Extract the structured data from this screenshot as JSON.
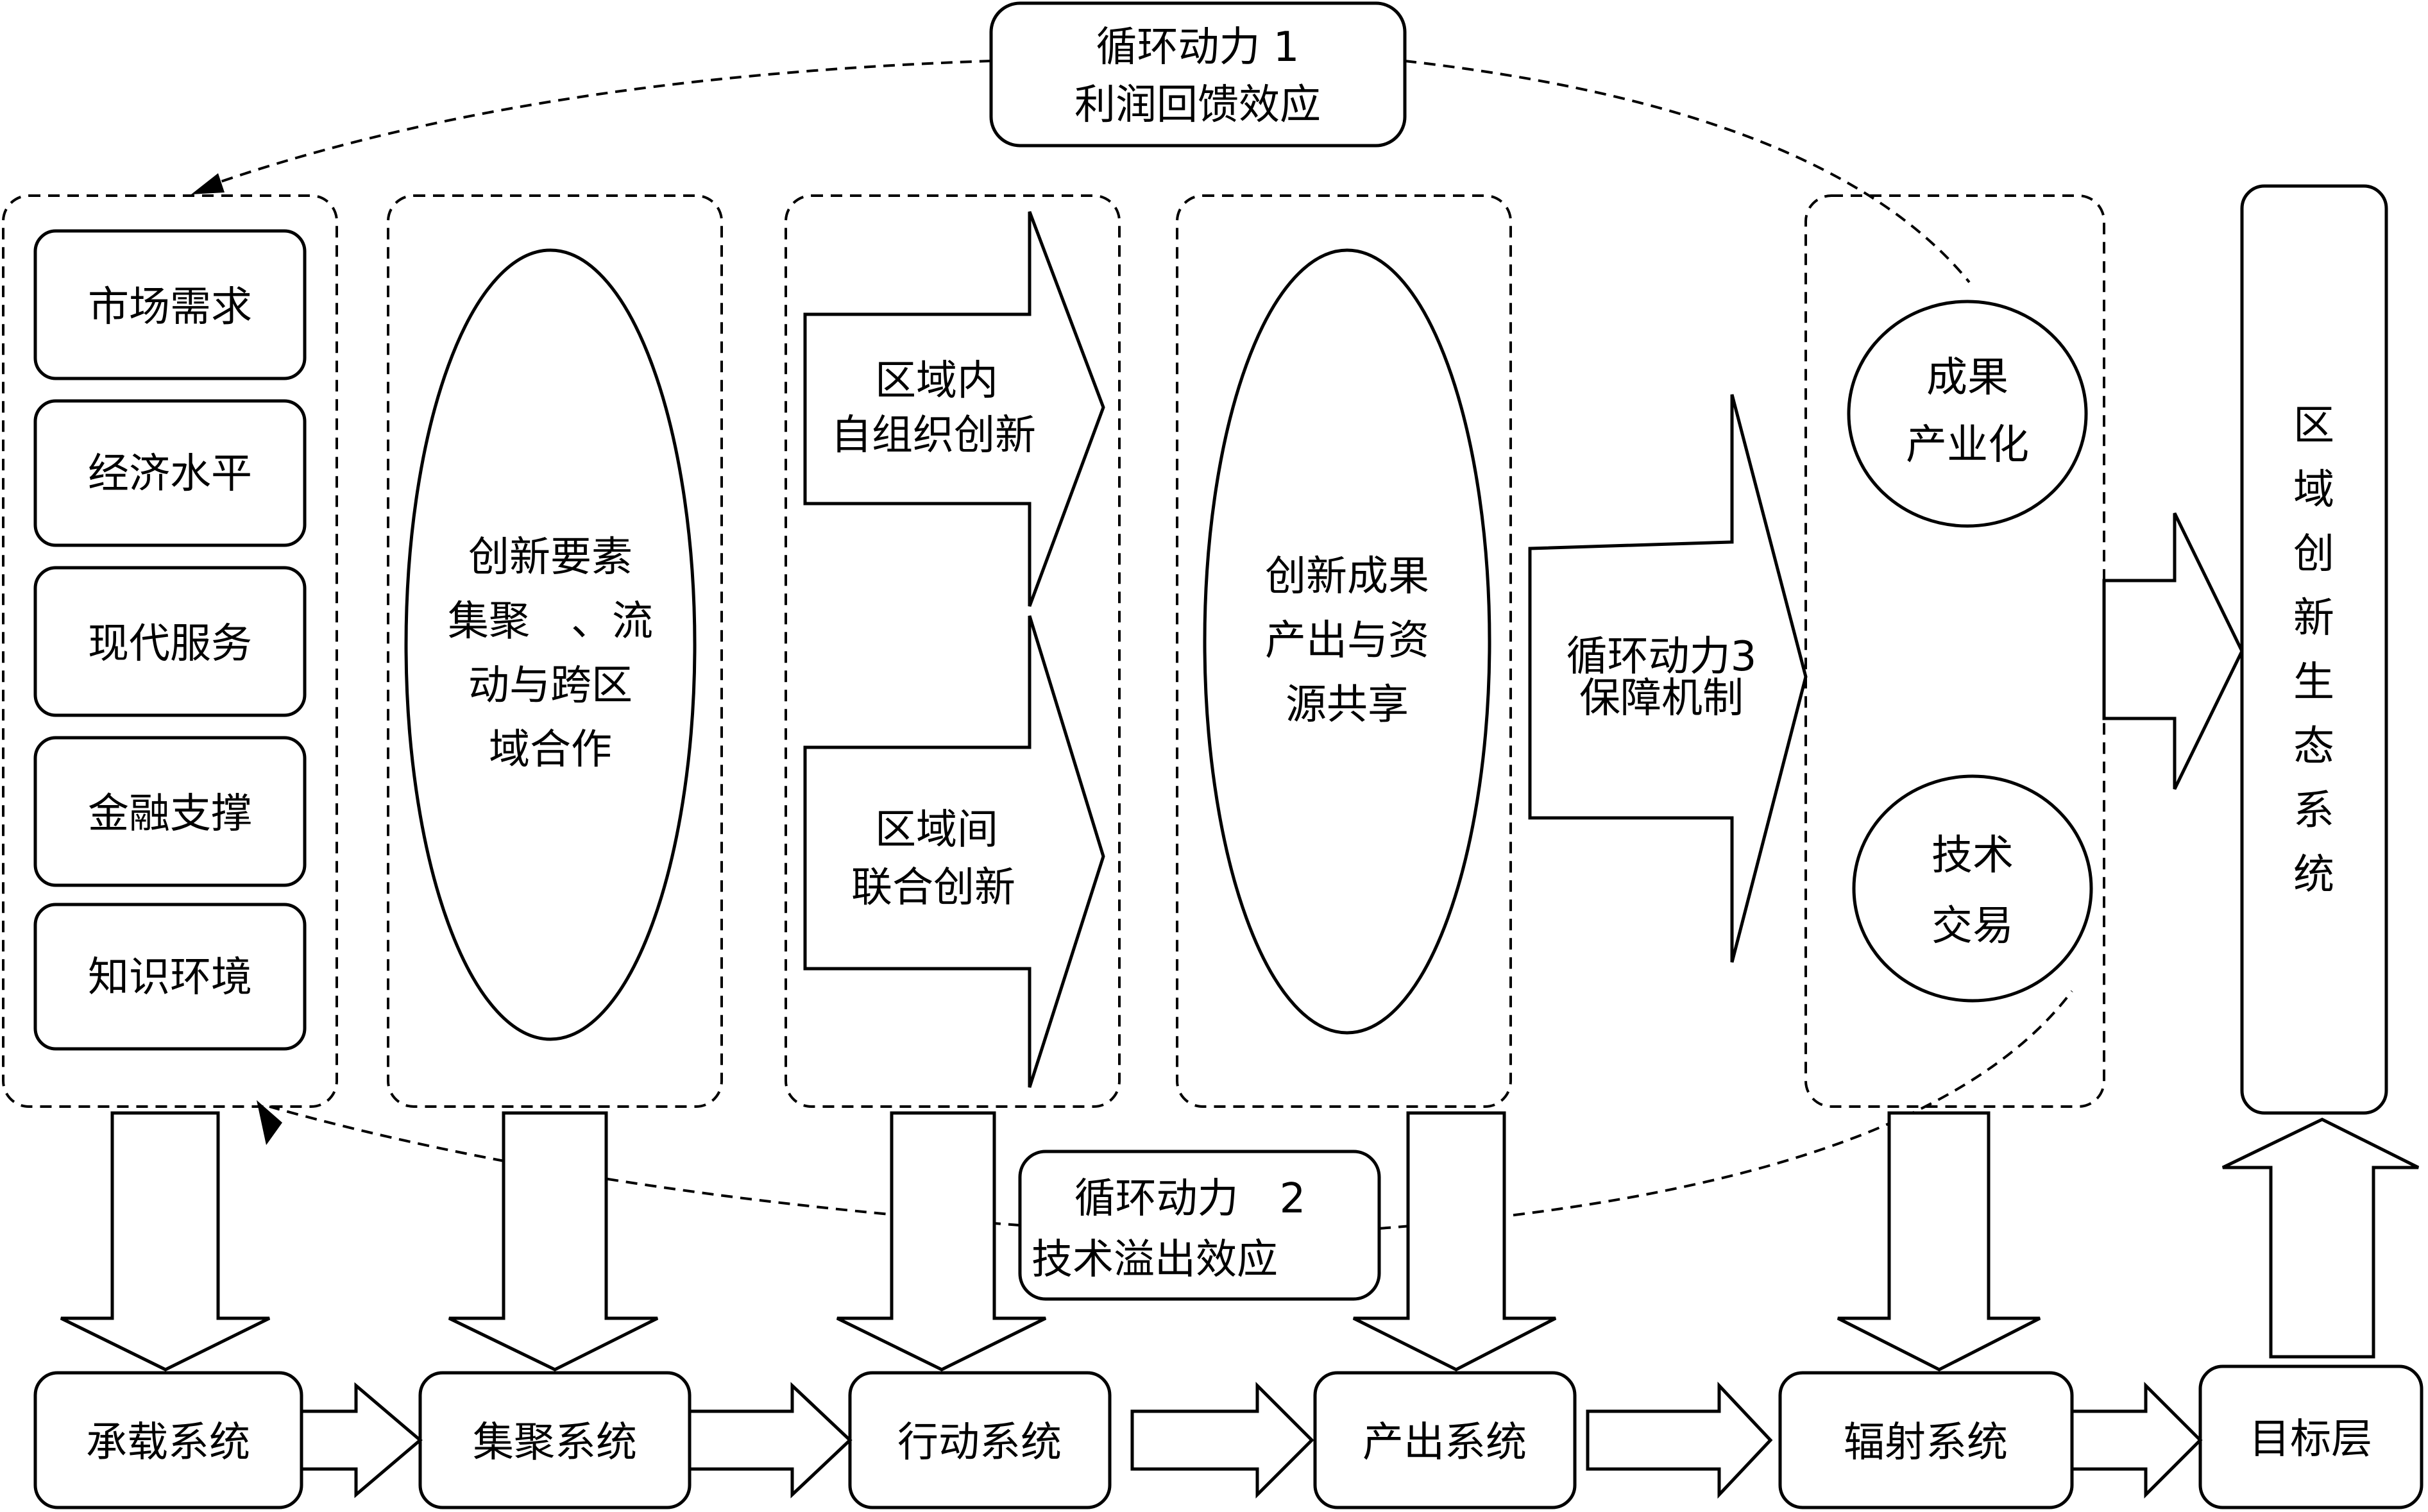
{
  "loop1": {
    "line1": "循环动力 1",
    "line2": "利润回馈效应"
  },
  "loop2": {
    "line1": "循环动力　2",
    "line2": "技术溢出效应"
  },
  "loop3": {
    "line1": "循环动力3",
    "line2": "保障机制"
  },
  "carrying_factors": [
    "市场需求",
    "经济水平",
    "现代服务",
    "金融支撑",
    "知识环境"
  ],
  "agglomeration": {
    "lines": [
      "创新要素",
      "集聚　、流",
      "动与跨区",
      "域合作"
    ]
  },
  "action": {
    "intra": {
      "line1": "区域内",
      "line2": "自组织创新"
    },
    "inter": {
      "line1": "区域间",
      "line2": "联合创新"
    }
  },
  "output": {
    "lines": [
      "创新成果",
      "产出与资",
      "源共享"
    ]
  },
  "radiation": {
    "industrialization": {
      "line1": "成果",
      "line2": "产业化"
    },
    "trade": {
      "line1": "技术",
      "line2": "交易"
    }
  },
  "ecosystem": {
    "chars": [
      "区",
      "域",
      "创",
      "新",
      "生",
      "态",
      "系",
      "统"
    ]
  },
  "systems": [
    "承载系统",
    "集聚系统",
    "行动系统",
    "产出系统",
    "辐射系统",
    "目标层"
  ]
}
